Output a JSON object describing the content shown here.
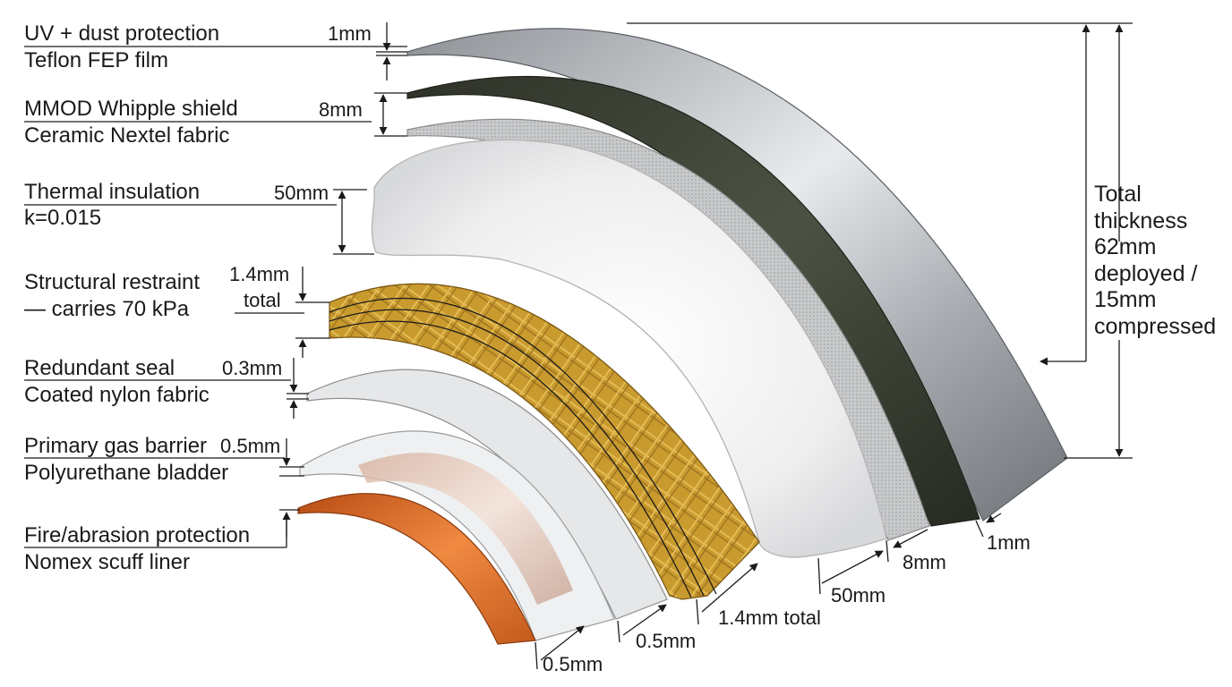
{
  "layers": [
    {
      "name": "UV + dust protection",
      "material": "Teflon FEP film",
      "thickness": "1mm",
      "color": "#b9bcc0"
    },
    {
      "name": "MMOD Whipple shield",
      "material": "Ceramic Nextel fabric",
      "thickness": "8mm",
      "color": "#3e4335"
    },
    {
      "name": "Thermal insulation",
      "material": "k=0.015",
      "thickness": "50mm",
      "color": "#f2f2f2"
    },
    {
      "name": "Structural restraint",
      "material": "— carries 70 kPa",
      "thickness_line1": "1.4mm",
      "thickness_line2": "total",
      "color": "#c99a2e"
    },
    {
      "name": "Redundant seal",
      "material": "Coated nylon fabric",
      "thickness": "0.3mm",
      "color": "#e4e4e4"
    },
    {
      "name": "Primary gas barrier",
      "material": "Polyurethane bladder",
      "thickness": "0.5mm",
      "color": "#e8c8b8"
    },
    {
      "name": "Fire/abrasion protection",
      "material": "Nomex scuff liner",
      "color": "#d2691e"
    }
  ],
  "total": {
    "line1": "Total",
    "line2": "thickness",
    "line3": "62mm",
    "line4": "deployed /",
    "line5": "15mm",
    "line6": "compressed"
  },
  "bottom_dims": {
    "outer": "1mm",
    "mmod": "8mm",
    "insulation": "50mm",
    "restraint": "1.4mm total",
    "seal": "0.5mm",
    "liner": "0.5mm"
  }
}
